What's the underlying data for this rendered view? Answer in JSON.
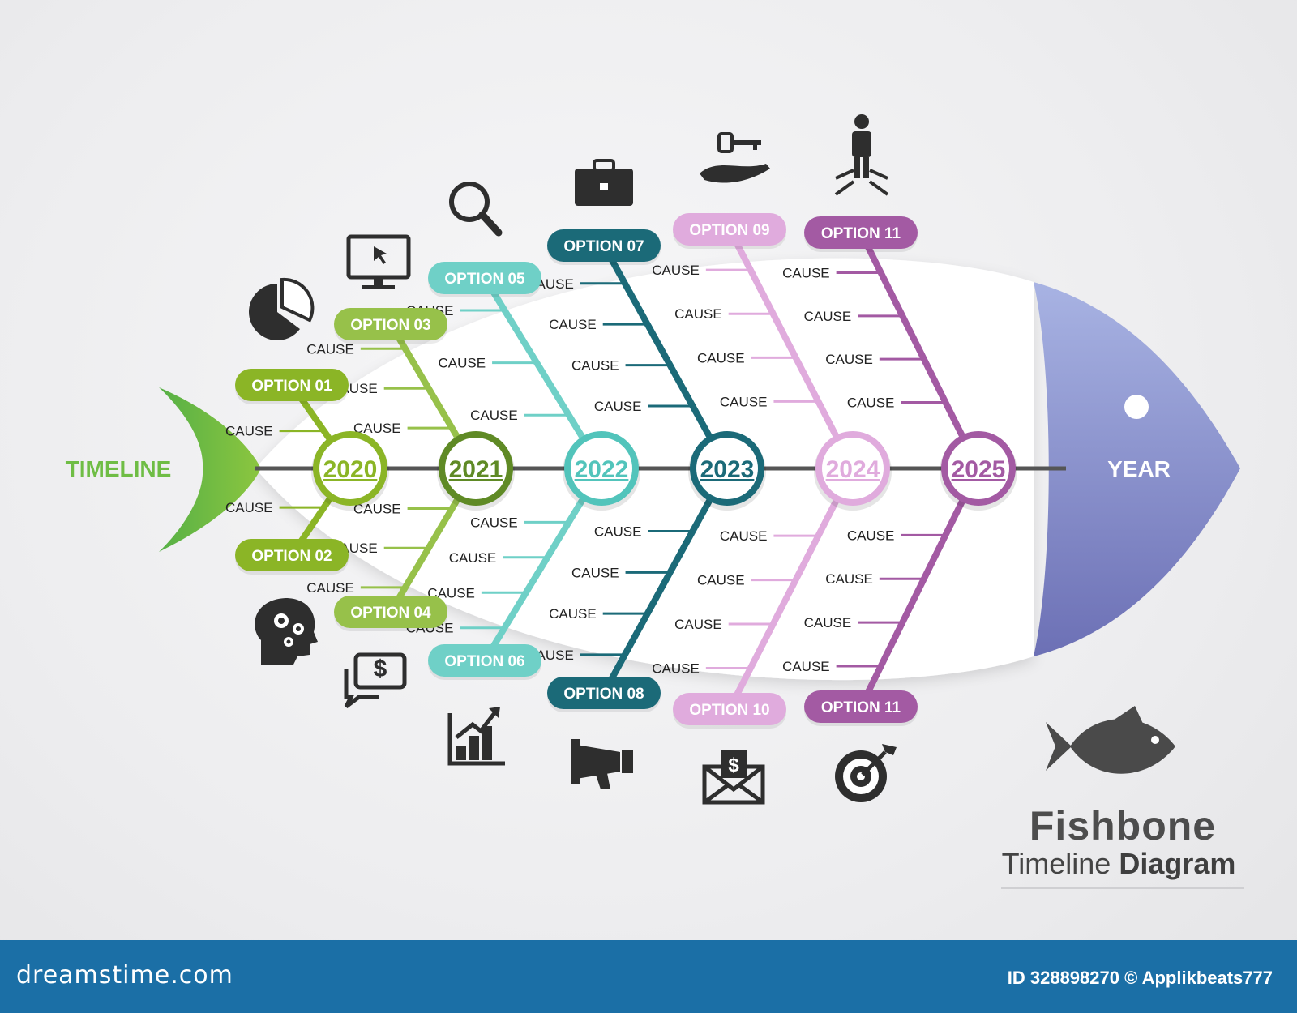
{
  "labels": {
    "tail": "TIMELINE",
    "head": "YEAR"
  },
  "years": [
    {
      "label": "2020",
      "color": "#8bb526"
    },
    {
      "label": "2021",
      "color": "#5f8a25"
    },
    {
      "label": "2022",
      "color": "#52c4bb"
    },
    {
      "label": "2023",
      "color": "#1b6a78"
    },
    {
      "label": "2024",
      "color": "#e0abdd"
    },
    {
      "label": "2025",
      "color": "#a35aa3"
    }
  ],
  "branches": {
    "top": [
      {
        "option": "OPTION 01",
        "color": "#8bb526",
        "causes": [
          "CAUSE"
        ],
        "icon": "pie-chart-icon"
      },
      {
        "option": "OPTION 03",
        "color": "#97c14a",
        "causes": [
          "CAUSE",
          "CAUSE",
          "CAUSE"
        ],
        "icon": "computer-icon"
      },
      {
        "option": "OPTION 05",
        "color": "#6fd0c7",
        "causes": [
          "CAUSE",
          "CAUSE",
          "CAUSE"
        ],
        "icon": "magnifier-icon"
      },
      {
        "option": "OPTION 07",
        "color": "#1b6a78",
        "causes": [
          "CAUSE",
          "CAUSE",
          "CAUSE",
          "CAUSE"
        ],
        "icon": "briefcase-icon"
      },
      {
        "option": "OPTION 09",
        "color": "#e0abdd",
        "causes": [
          "CAUSE",
          "CAUSE",
          "CAUSE",
          "CAUSE"
        ],
        "icon": "key-hand-icon"
      },
      {
        "option": "OPTION 11",
        "color": "#a35aa3",
        "causes": [
          "CAUSE",
          "CAUSE",
          "CAUSE",
          "CAUSE"
        ],
        "icon": "businessman-icon"
      }
    ],
    "bottom": [
      {
        "option": "OPTION 02",
        "color": "#8bb526",
        "causes": [
          "CAUSE"
        ],
        "icon": "head-gears-icon"
      },
      {
        "option": "OPTION 04",
        "color": "#97c14a",
        "causes": [
          "CAUSE",
          "CAUSE",
          "CAUSE"
        ],
        "icon": "money-chat-icon"
      },
      {
        "option": "OPTION 06",
        "color": "#6fd0c7",
        "causes": [
          "CAUSE",
          "CAUSE",
          "CAUSE",
          "CAUSE"
        ],
        "icon": "growth-chart-icon"
      },
      {
        "option": "OPTION 08",
        "color": "#1b6a78",
        "causes": [
          "CAUSE",
          "CAUSE",
          "CAUSE",
          "CAUSE"
        ],
        "icon": "megaphone-icon"
      },
      {
        "option": "OPTION 10",
        "color": "#e0abdd",
        "causes": [
          "CAUSE",
          "CAUSE",
          "CAUSE",
          "CAUSE"
        ],
        "icon": "money-envelope-icon"
      },
      {
        "option": "OPTION 11",
        "color": "#a35aa3",
        "causes": [
          "CAUSE",
          "CAUSE",
          "CAUSE",
          "CAUSE"
        ],
        "icon": "target-icon"
      }
    ]
  },
  "colors": {
    "tail": "#6fbd45",
    "head": "#7f86c4",
    "spine": "#555555"
  },
  "brand": {
    "title": "Fishbone",
    "subtitle_light": "Timeline",
    "subtitle_bold": "Diagram"
  },
  "footer": {
    "site": "dreamstime.com",
    "id_text": "ID 328898270 © Applikbeats777"
  }
}
